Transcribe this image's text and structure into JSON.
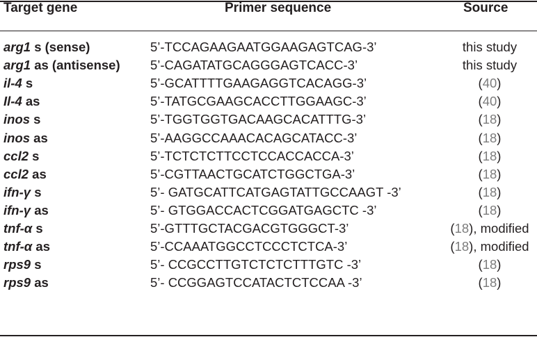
{
  "header": {
    "target_gene": "Target gene",
    "primer_sequence": "Primer sequence",
    "source": "Source"
  },
  "rows": [
    {
      "gene": "arg1",
      "suffix": " s (sense)",
      "seq": "5’-TCCAGAAGAATGGAAGAGTCAG-3’",
      "src_ref": "",
      "src_text": "this study"
    },
    {
      "gene": "arg1",
      "suffix": " as (antisense)",
      "seq": "5’-CAGATATGCAGGGAGTCACC-3’",
      "src_ref": "",
      "src_text": "this study"
    },
    {
      "gene": "il-4",
      "suffix": " s",
      "seq": "5’-GCATTTTGAAGAGGTCACAGG-3’",
      "src_ref": "40",
      "src_text": ""
    },
    {
      "gene": "Il-4",
      "suffix": " as",
      "seq": "5’-TATGCGAAGCACCTTGGAAGC-3’",
      "src_ref": "40",
      "src_text": ""
    },
    {
      "gene": "inos",
      "suffix": " s",
      "seq": "5’-TGGTGGTGACAAGCACATTTG-3’",
      "src_ref": "18",
      "src_text": ""
    },
    {
      "gene": "inos",
      "suffix": " as",
      "seq": "5’-AAGGCCAAACACAGCATACC-3’",
      "src_ref": "18",
      "src_text": ""
    },
    {
      "gene": "ccl2",
      "suffix": " s",
      "seq": "5’-TCTCTCTTCCTCCACCACCA-3’",
      "src_ref": "18",
      "src_text": ""
    },
    {
      "gene": "ccl2",
      "suffix": " as",
      "seq": "5’-CGTTAACTGCATCTGGCTGA-3’",
      "src_ref": "18",
      "src_text": ""
    },
    {
      "gene": "ifn-γ",
      "suffix": " s",
      "seq": "5’- GATGCATTCATGAGTATTGCCAAGT -3’",
      "src_ref": "18",
      "src_text": ""
    },
    {
      "gene": "ifn-γ",
      "suffix": " as",
      "seq": "5’- GTGGACCACTCGGATGAGCTC -3’",
      "src_ref": "18",
      "src_text": ""
    },
    {
      "gene": "tnf-α",
      "suffix": " s",
      "seq": "5’-GTTTGCTACGACGTGGGCT-3’",
      "src_ref": "18",
      "src_text": ", modified"
    },
    {
      "gene": "tnf-α",
      "suffix": " as",
      "seq": "5’-CCAAATGGCCTCCCTCTCA-3’",
      "src_ref": "18",
      "src_text": ", modified"
    },
    {
      "gene": "rps9",
      "suffix": " s",
      "seq": "5’- CCGCCTTGTCTCTCTTTGTC -3’",
      "src_ref": "18",
      "src_text": ""
    },
    {
      "gene": "rps9",
      "suffix": " as",
      "seq": "5’- CCGGAGTCCATACTCTCCAA -3’",
      "src_ref": "18",
      "src_text": ""
    }
  ]
}
